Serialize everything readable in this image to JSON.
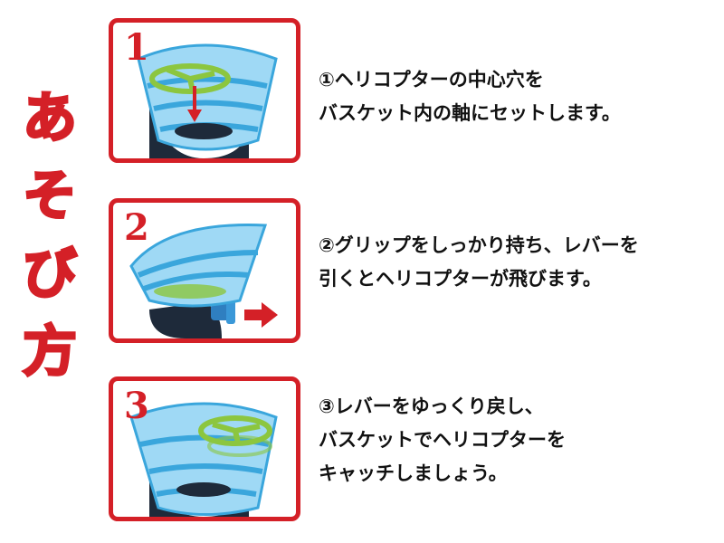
{
  "title": {
    "chars": [
      "あ",
      "そ",
      "び",
      "方"
    ]
  },
  "steps": [
    {
      "number": "1",
      "lines": [
        "①ヘリコプターの中心穴を",
        "バスケット内の軸にセットします。"
      ]
    },
    {
      "number": "2",
      "lines": [
        "②グリップをしっかり持ち、レバーを",
        "引くとヘリコプターが飛びます。"
      ]
    },
    {
      "number": "3",
      "lines": [
        "③レバーをゆっくり戻し、",
        "バスケットでヘリコプターを",
        "キャッチしましょう。"
      ]
    }
  ],
  "colors": {
    "accent": "#d42027",
    "basket": "#7ecbf0",
    "propeller": "#8cc63f",
    "handle": "#1e2a3a"
  }
}
